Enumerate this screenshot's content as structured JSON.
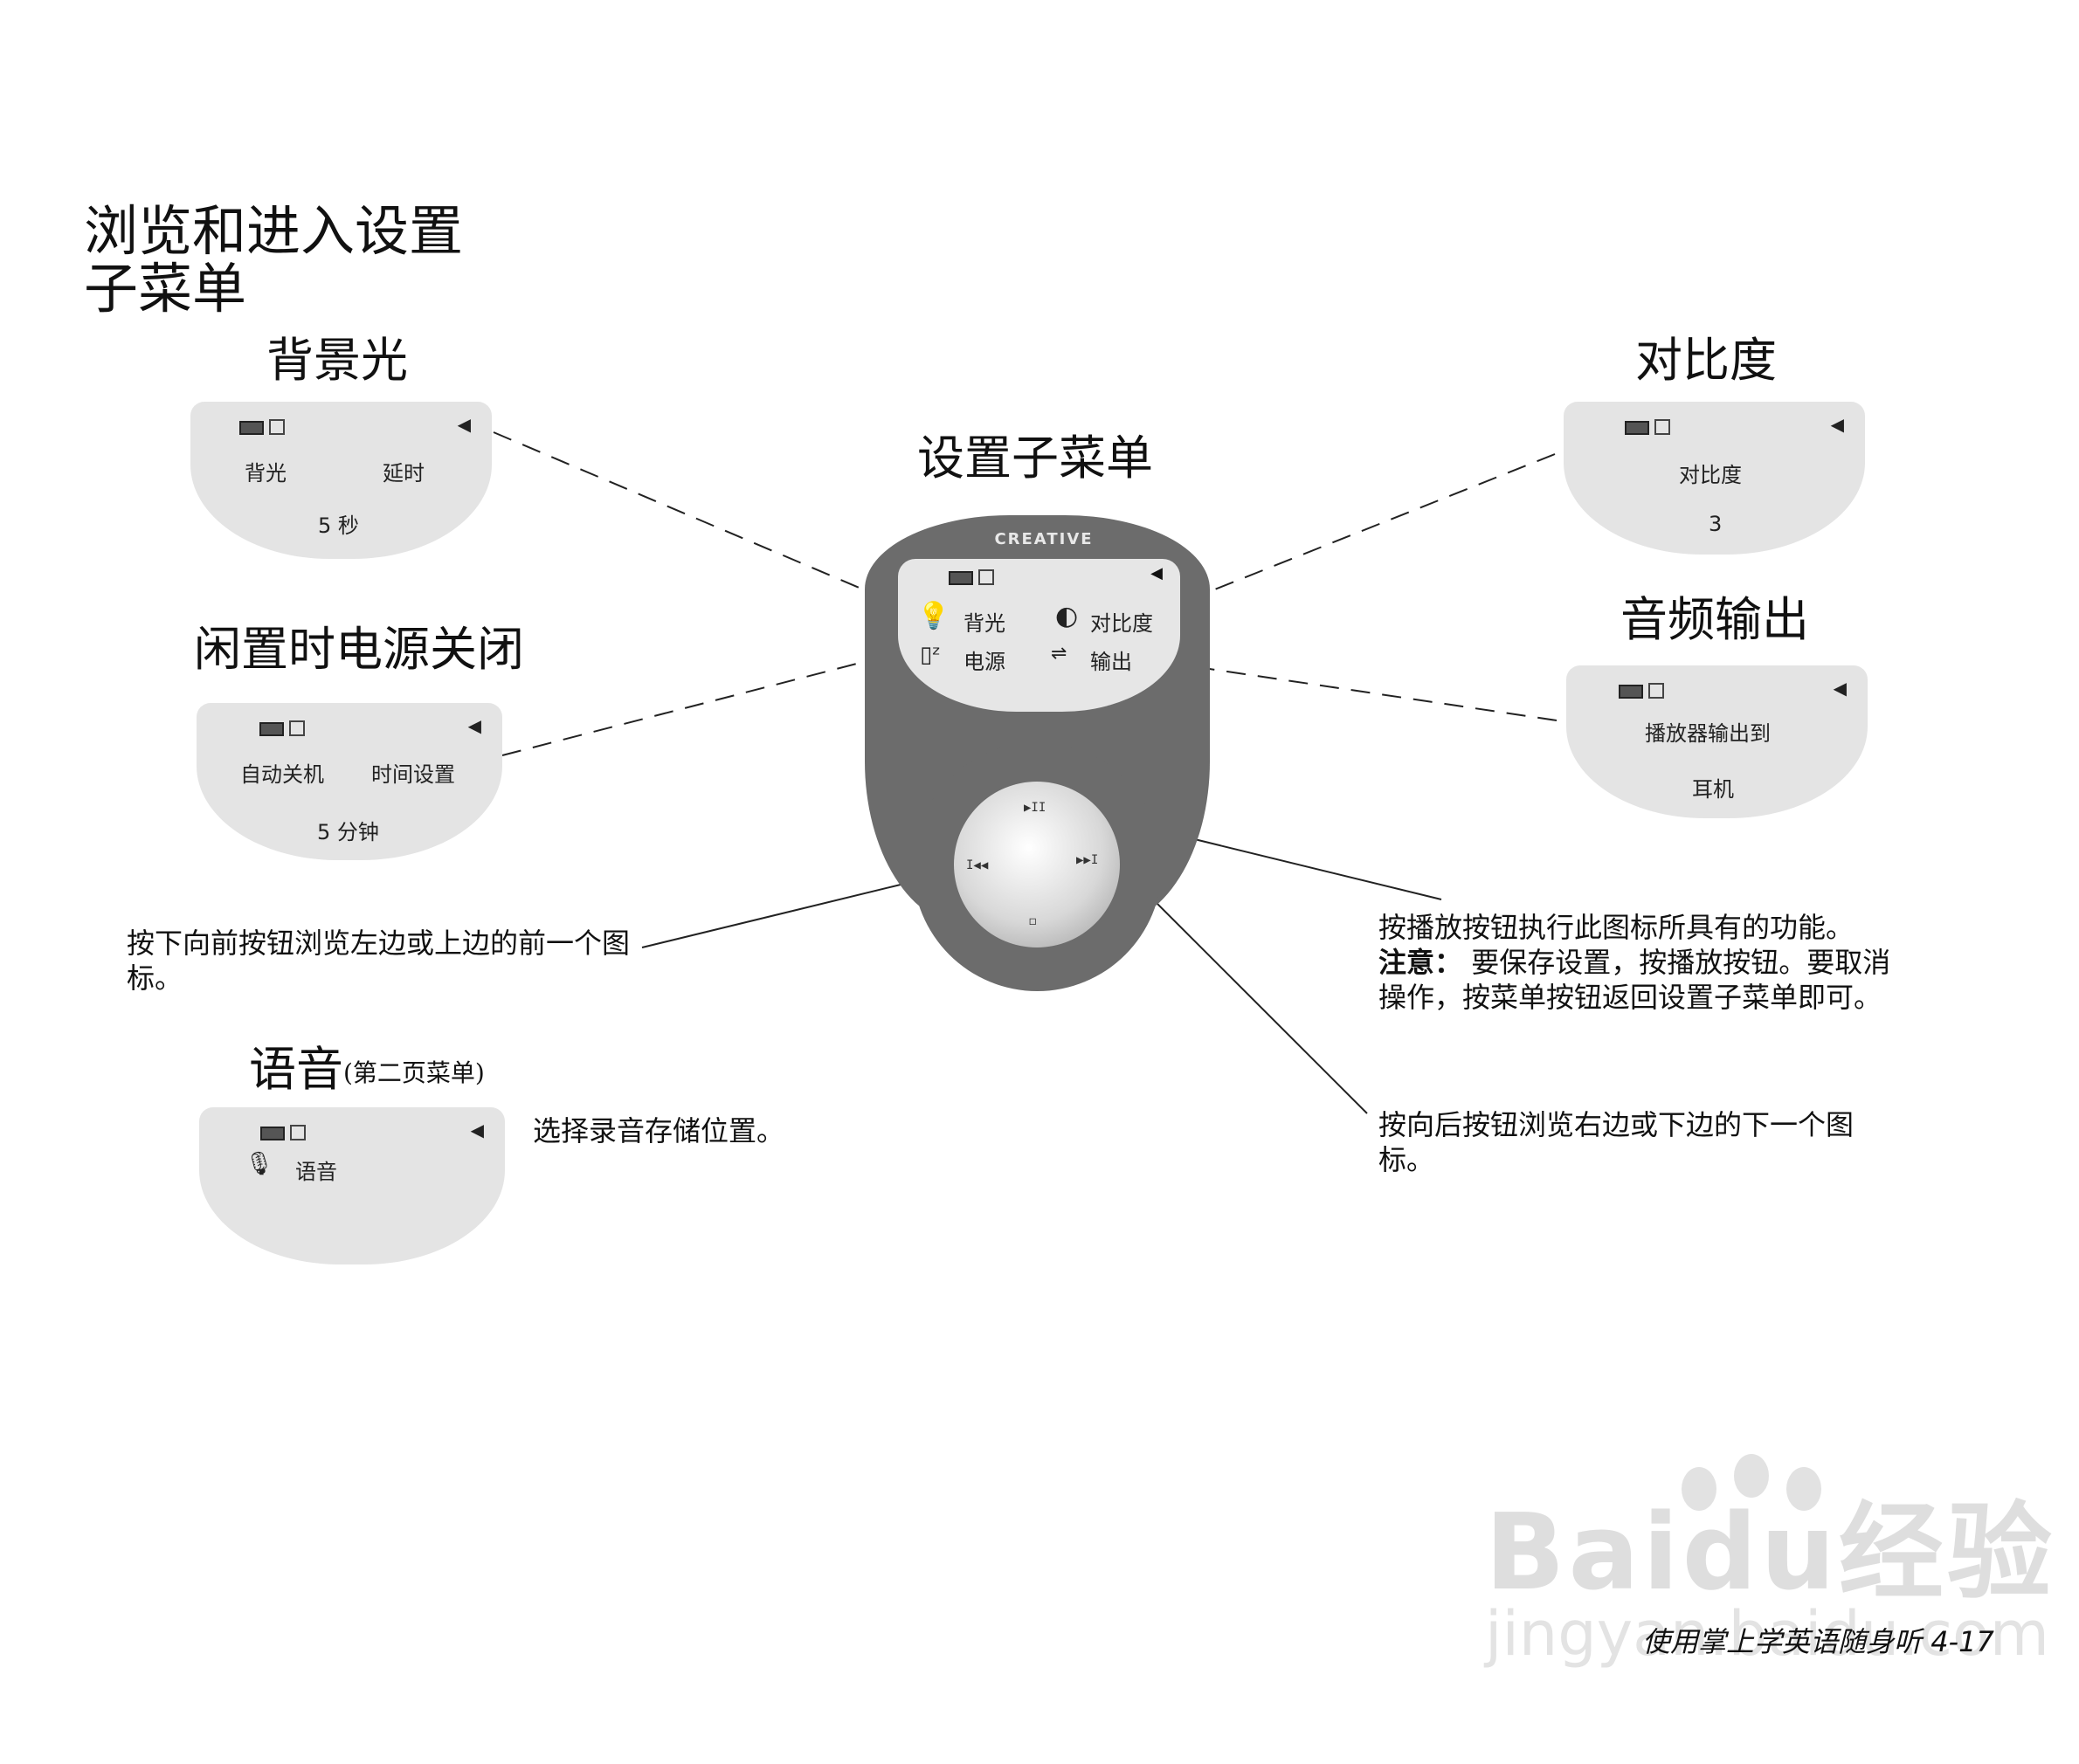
{
  "title_line1": "浏览和进入设置",
  "title_line2": "子菜单",
  "settings_submenu_title": "设置子菜单",
  "sections": {
    "backlight": {
      "title": "背景光",
      "screen_left": "背光",
      "screen_right": "延时",
      "screen_value": "5  秒"
    },
    "idle_off": {
      "title": "闲置时电源关闭",
      "screen_left": "自动关机",
      "screen_right": "时间设置",
      "screen_value": "5  分钟"
    },
    "contrast": {
      "title": "对比度",
      "screen_label": "对比度",
      "screen_value": "3"
    },
    "audio_out": {
      "title": "音频输出",
      "screen_label": "播放器输出到",
      "screen_value": "耳机"
    },
    "voice": {
      "title": "语音",
      "title_note": "(第二页菜单)",
      "screen_label": "语音",
      "caption": "选择录音存储位置。"
    }
  },
  "device": {
    "brand": "CREATIVE",
    "item_backlight": "背光",
    "item_contrast": "对比度",
    "item_power": "电源",
    "item_output": "输出",
    "pad_top": "▶II",
    "pad_left": "I◀◀",
    "pad_right": "▶▶I",
    "pad_bottom": "◻"
  },
  "captions": {
    "prev_button": "按下向前按钮浏览左边或上边的前一个图标。",
    "play_button": "按播放按钮执行此图标所具有的功能。",
    "note_label": "注意：",
    "note_text": "要保存设置，按播放按钮。要取消操作，按菜单按钮返回设置子菜单即可。",
    "next_button": "按向后按钮浏览右边或下边的下一个图标。"
  },
  "footer": {
    "text": "使用掌上学英语随身听",
    "page": "4-17"
  },
  "watermark": {
    "brand": "Baidu经验",
    "url": "jingyan.baidu.com"
  }
}
